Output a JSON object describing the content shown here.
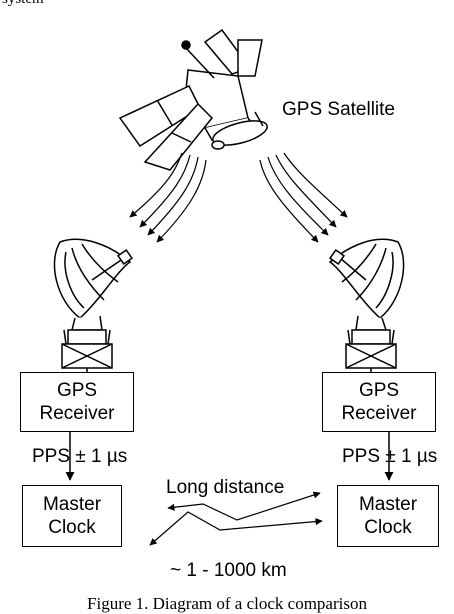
{
  "header_fragment": "system",
  "satellite": {
    "label": "GPS Satellite"
  },
  "left": {
    "receiver_lines": [
      "GPS",
      "Receiver"
    ],
    "pps_label": "PPS ± 1 µs",
    "clock_lines": [
      "Master",
      "Clock"
    ]
  },
  "right": {
    "receiver_lines": [
      "GPS",
      "Receiver"
    ],
    "pps_label": "PPS ± 1 µs",
    "clock_lines": [
      "Master",
      "Clock"
    ]
  },
  "link": {
    "top_label": "Long distance",
    "bottom_label": "~ 1 - 1000 km"
  },
  "caption": "Figure 1. Diagram of a clock comparison"
}
